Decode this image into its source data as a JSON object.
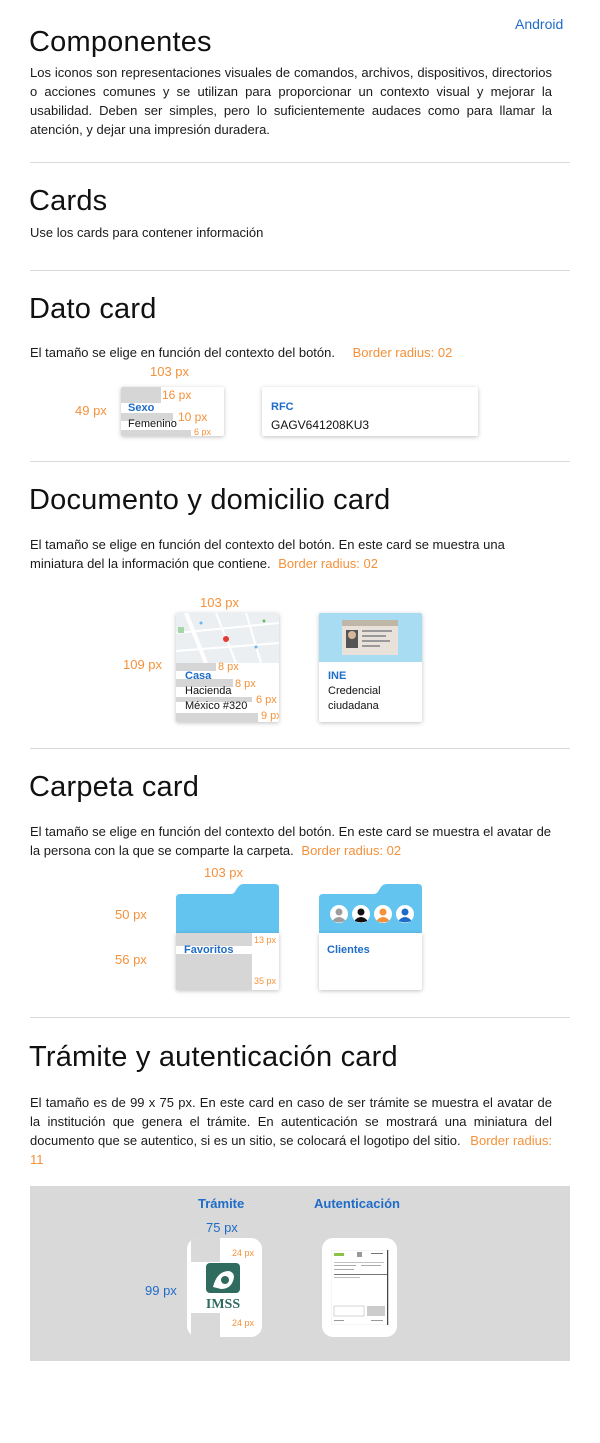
{
  "platform_link": "Android",
  "components": {
    "title": "Componentes",
    "description": "Los iconos son representaciones visuales de comandos, archivos, dispositivos, directorios o acciones comunes y se utilizan para proporcionar un contexto visual y mejorar la usabilidad. Deben ser simples, pero lo suficientemente audaces como para llamar la atención, y dejar una impresión duradera."
  },
  "cards": {
    "title": "Cards",
    "description": "Use los cards para contener información"
  },
  "dato_card": {
    "title": "Dato card",
    "description": "El tamaño se elige en función del contexto del botón.",
    "border_radius": "Border radius: 02",
    "dims": {
      "width": "103 px",
      "height": "49 px",
      "top": "16 px",
      "middle": "10 px",
      "bottom": "6 px"
    },
    "card1": {
      "label": "Sexo",
      "value": "Femenino"
    },
    "card2": {
      "label": "RFC",
      "value": "GAGV641208KU3"
    }
  },
  "documento_card": {
    "title": "Documento y domicilio card",
    "description": "El tamaño se elige en función del contexto del botón. En este card se muestra una miniatura del la información que contiene.",
    "border_radius": "Border radius: 02",
    "dims": {
      "width": "103 px",
      "height": "109 px",
      "a": "8 px",
      "b": "8 px",
      "c": "6 px",
      "d": "9 px"
    },
    "card1": {
      "label": "Casa",
      "line1": "Hacienda",
      "line2": "México #320",
      "thumbnail": "map-thumbnail"
    },
    "card2": {
      "label": "INE",
      "line1": "Credencial",
      "line2": "ciudadana",
      "thumbnail": "id-card-thumbnail"
    }
  },
  "carpeta_card": {
    "title": "Carpeta card",
    "description": "El tamaño se elige en función del contexto del botón. En este card se muestra el avatar de la persona con la que se comparte la carpeta.",
    "border_radius": "Border radius: 02",
    "dims": {
      "width": "103 px",
      "top_height": "50 px",
      "bottom_height": "56 px",
      "a": "13 px",
      "b": "35 px"
    },
    "card1": {
      "label": "Favoritos"
    },
    "card2": {
      "label": "Clientes",
      "avatars": [
        "#9e9e9e",
        "#111111",
        "#f5913a",
        "#1e6cc8"
      ]
    }
  },
  "tramite_card": {
    "title": "Trámite y autenticación card",
    "description": "El tamaño es de 99 x 75 px. En este card en caso de ser trámite se muestra el avatar de la institución que genera el trámite. En autenticación se mostrará una miniatura del documento que se autentico, si es un sitio, se colocará el logotipo del sitio.",
    "border_radius": "Border radius: 11",
    "col1": {
      "label": "Trámite",
      "width": "75 px",
      "height": "99 px",
      "top": "24 px",
      "bottom": "24 px",
      "logo_text": "IMSS"
    },
    "col2": {
      "label": "Autenticación"
    }
  },
  "colors": {
    "accent_blue": "#1e6cc8",
    "accent_orange": "#f5913a",
    "folder_blue": "#63c4ef",
    "ine_bg": "#a8dcf2"
  }
}
